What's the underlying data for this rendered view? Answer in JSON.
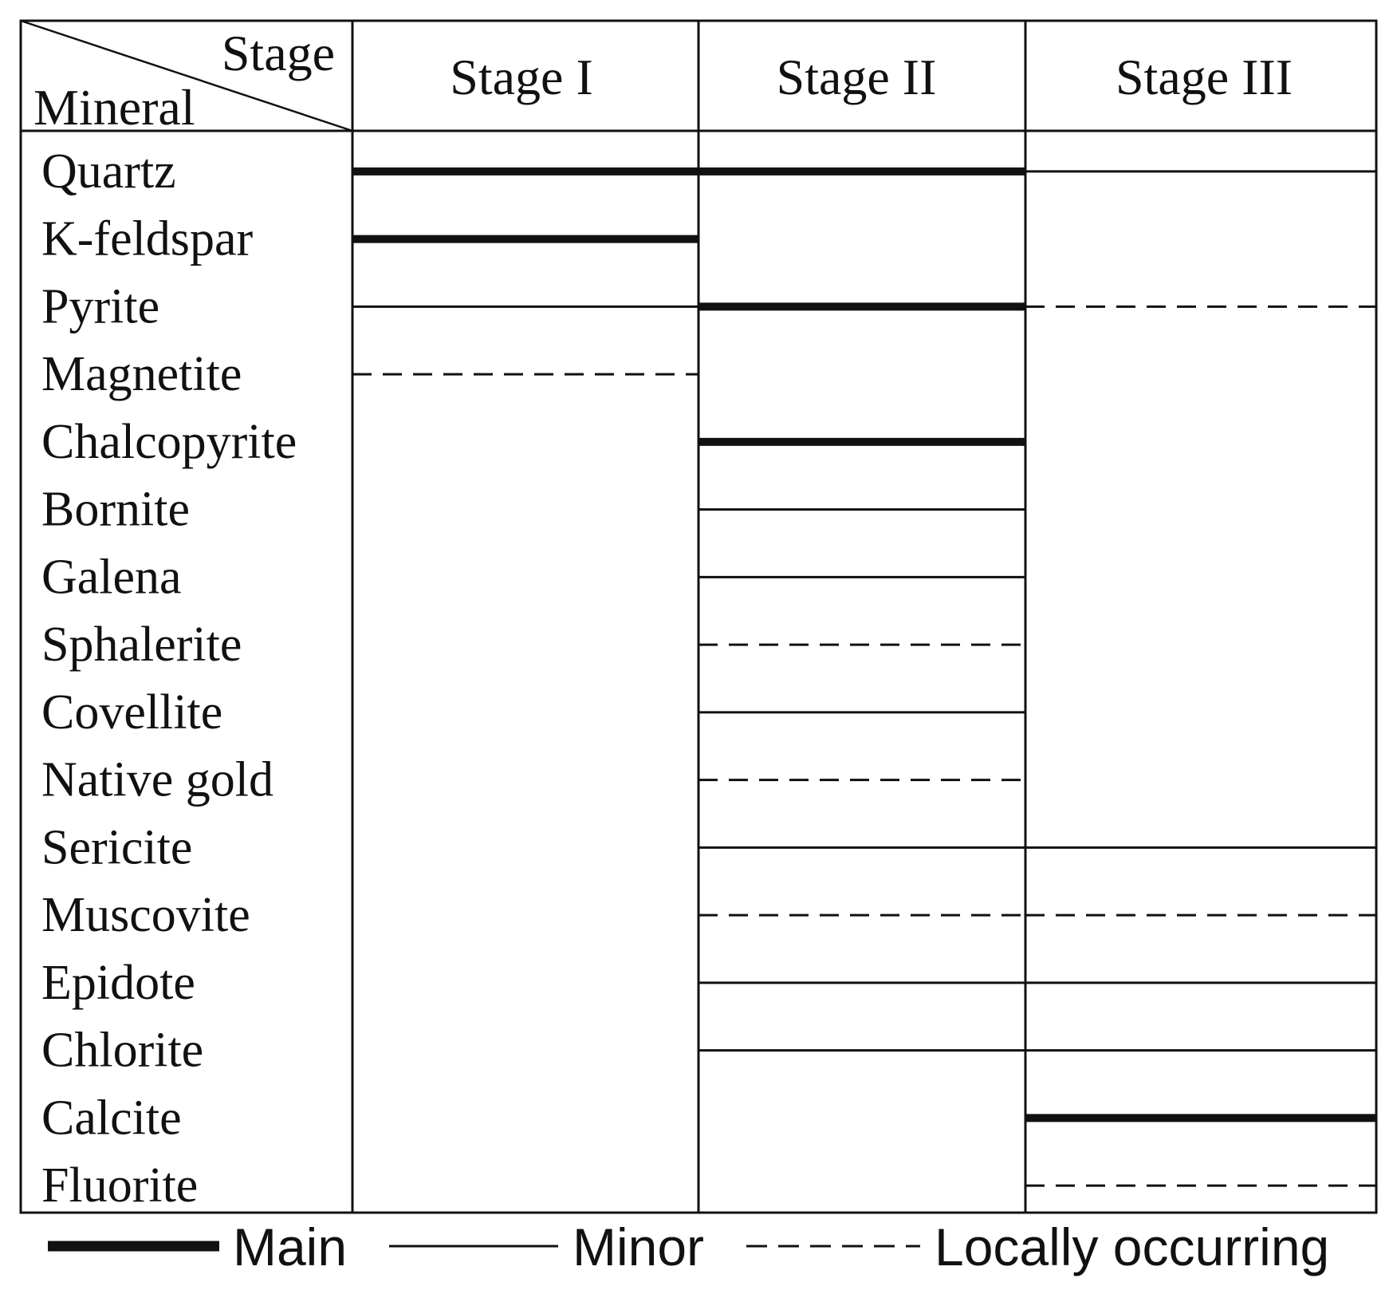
{
  "header": {
    "corner_top": "Stage",
    "corner_bottom": "Mineral",
    "stages": [
      "Stage I",
      "Stage II",
      "Stage III"
    ]
  },
  "minerals": [
    {
      "name": "Quartz",
      "segments": [
        {
          "stage": 0,
          "type": "main"
        },
        {
          "stage": 1,
          "type": "main"
        },
        {
          "stage": 2,
          "type": "minor"
        }
      ]
    },
    {
      "name": "K-feldspar",
      "segments": [
        {
          "stage": 0,
          "type": "main"
        }
      ]
    },
    {
      "name": "Pyrite",
      "segments": [
        {
          "stage": 0,
          "type": "minor"
        },
        {
          "stage": 1,
          "type": "main"
        },
        {
          "stage": 2,
          "type": "local"
        }
      ]
    },
    {
      "name": "Magnetite",
      "segments": [
        {
          "stage": 0,
          "type": "local"
        }
      ]
    },
    {
      "name": "Chalcopyrite",
      "segments": [
        {
          "stage": 1,
          "type": "main"
        }
      ]
    },
    {
      "name": "Bornite",
      "segments": [
        {
          "stage": 1,
          "type": "minor"
        }
      ]
    },
    {
      "name": "Galena",
      "segments": [
        {
          "stage": 1,
          "type": "minor"
        }
      ]
    },
    {
      "name": "Sphalerite",
      "segments": [
        {
          "stage": 1,
          "type": "local"
        }
      ]
    },
    {
      "name": "Covellite",
      "segments": [
        {
          "stage": 1,
          "type": "minor"
        }
      ]
    },
    {
      "name": "Native gold",
      "segments": [
        {
          "stage": 1,
          "type": "local"
        }
      ]
    },
    {
      "name": "Sericite",
      "segments": [
        {
          "stage": 1,
          "type": "minor"
        },
        {
          "stage": 2,
          "type": "minor"
        }
      ]
    },
    {
      "name": "Muscovite",
      "segments": [
        {
          "stage": 1,
          "type": "local"
        },
        {
          "stage": 2,
          "type": "local"
        }
      ]
    },
    {
      "name": "Epidote",
      "segments": [
        {
          "stage": 1,
          "type": "minor"
        },
        {
          "stage": 2,
          "type": "minor"
        }
      ]
    },
    {
      "name": "Chlorite",
      "segments": [
        {
          "stage": 1,
          "type": "minor"
        },
        {
          "stage": 2,
          "type": "minor"
        }
      ]
    },
    {
      "name": "Calcite",
      "segments": [
        {
          "stage": 2,
          "type": "main"
        }
      ]
    },
    {
      "name": "Fluorite",
      "segments": [
        {
          "stage": 2,
          "type": "local"
        }
      ]
    }
  ],
  "legend": {
    "main": "Main",
    "minor": "Minor",
    "local": "Locally occurring"
  },
  "colors": {
    "line": "#111111",
    "background": "#ffffff"
  }
}
